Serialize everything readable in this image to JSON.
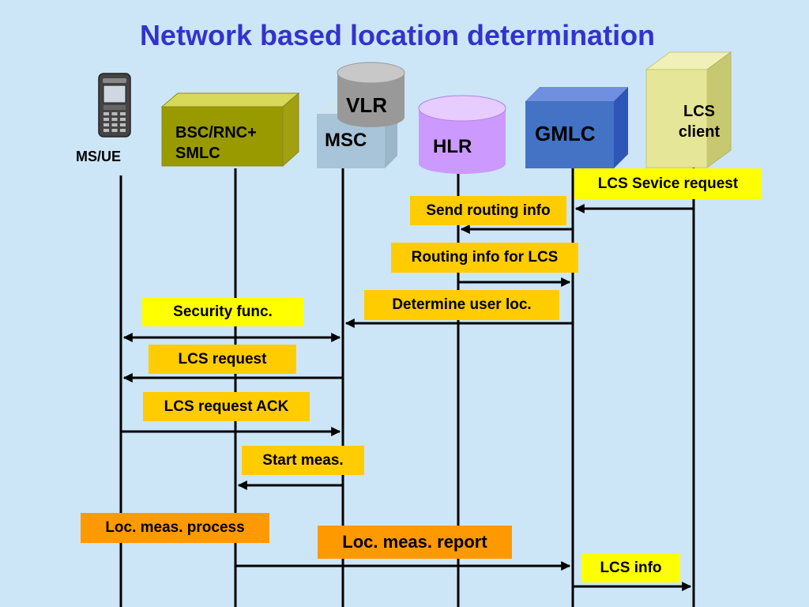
{
  "title": "Network based location determination",
  "colors": {
    "background": "#cce6f8",
    "title": "#3333cc",
    "yellow_box": "#ffff00",
    "gold_box": "#ffcc00",
    "orange_box": "#ff9900"
  },
  "entities": {
    "ms_ue": {
      "label": "MS/UE",
      "icon": "mobile-phone-icon"
    },
    "bsc": {
      "line1": "BSC/RNC+",
      "line2": "SMLC"
    },
    "msc": {
      "label": "MSC"
    },
    "vlr": {
      "label": "VLR"
    },
    "hlr": {
      "label": "HLR"
    },
    "gmlc": {
      "label": "GMLC"
    },
    "lcs_client": {
      "line1": "LCS",
      "line2": "client"
    }
  },
  "messages": [
    {
      "label": "LCS Sevice request",
      "from": "LCS client",
      "to": "GMLC"
    },
    {
      "label": "Send routing info",
      "from": "GMLC",
      "to": "HLR"
    },
    {
      "label": "Routing info for LCS",
      "from": "HLR",
      "to": "GMLC"
    },
    {
      "label": "Determine user loc.",
      "from": "GMLC",
      "to": "MSC"
    },
    {
      "label": "Security func.",
      "from": "MS/UE",
      "to": "MSC",
      "bidirectional": true
    },
    {
      "label": "LCS request",
      "from": "MSC",
      "to": "MS/UE"
    },
    {
      "label": "LCS request ACK",
      "from": "MS/UE",
      "to": "MSC"
    },
    {
      "label": "Start meas.",
      "from": "MSC",
      "to": "BSC/RNC+SMLC"
    },
    {
      "label": "Loc. meas. process",
      "from": "",
      "to": ""
    },
    {
      "label": "Loc. meas. report",
      "from": "BSC/RNC+SMLC",
      "to": "GMLC"
    },
    {
      "label": "LCS info",
      "from": "GMLC",
      "to": "LCS client"
    }
  ]
}
